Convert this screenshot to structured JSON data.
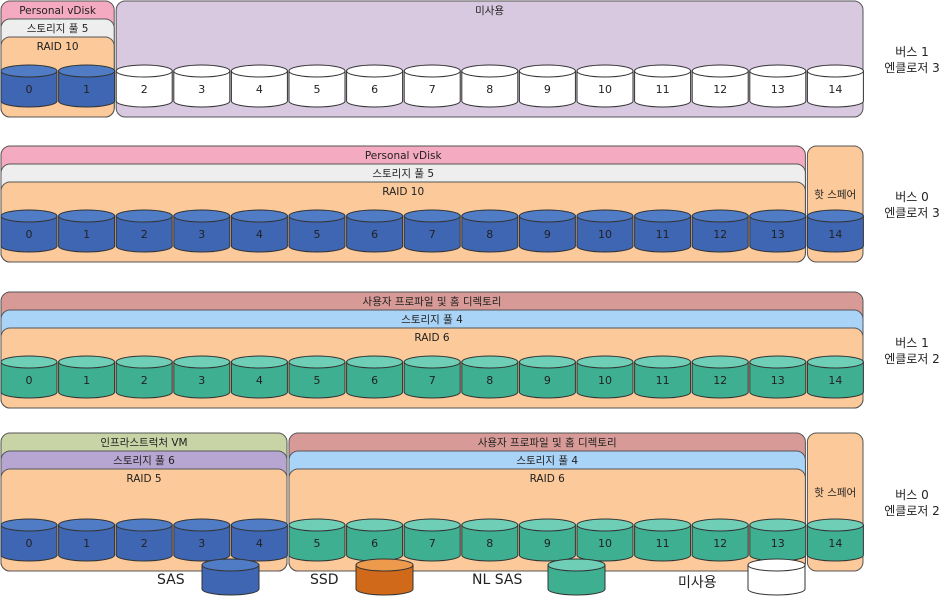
{
  "colors": {
    "sas_top": "#4f7cc5",
    "sas_body": "#3f66b3",
    "nlsas_top": "#6fcfb6",
    "nlsas_body": "#3faf91",
    "ssd_top": "#ee9a4d",
    "ssd_body": "#d06a1a",
    "unused_top": "#ffffff",
    "unused_body": "#ffffff",
    "unused_bg": "#d8c9e0",
    "pink": "#f4aac0",
    "light_gray": "#eeeeee",
    "orange_raid": "#fbc99a",
    "rose": "#d79a96",
    "light_blue": "#a9d3f7",
    "olive": "#c9d4a6",
    "lavender": "#b7a6d2"
  },
  "rows": [
    {
      "disk_numbers": [
        "0",
        "1",
        "2",
        "3",
        "4",
        "5",
        "6",
        "7",
        "8",
        "9",
        "10",
        "11",
        "12",
        "13",
        "14"
      ],
      "disk_types": [
        "sas",
        "sas",
        "unused",
        "unused",
        "unused",
        "unused",
        "unused",
        "unused",
        "unused",
        "unused",
        "unused",
        "unused",
        "unused",
        "unused",
        "unused"
      ],
      "groups": [
        {
          "name": "personal-vdisk-label",
          "text": "Personal vDisk",
          "color": "pink",
          "from": 0,
          "to": 1,
          "level": 0
        },
        {
          "name": "storage-pool-label",
          "text": "스토리지 풀 5",
          "color": "light_gray",
          "from": 0,
          "to": 1,
          "level": 1
        },
        {
          "name": "raid-label",
          "text": "RAID 10",
          "color": "orange_raid",
          "from": 0,
          "to": 1,
          "level": 2
        },
        {
          "name": "unused-label",
          "text": "미사용",
          "color": "unused_bg",
          "from": 2,
          "to": 14,
          "level": 0
        }
      ],
      "bus": "버스 1",
      "enclosure": "엔클로저 3"
    },
    {
      "disk_numbers": [
        "0",
        "1",
        "2",
        "3",
        "4",
        "5",
        "6",
        "7",
        "8",
        "9",
        "10",
        "11",
        "12",
        "13",
        "14"
      ],
      "disk_types": [
        "sas",
        "sas",
        "sas",
        "sas",
        "sas",
        "sas",
        "sas",
        "sas",
        "sas",
        "sas",
        "sas",
        "sas",
        "sas",
        "sas",
        "sas"
      ],
      "groups": [
        {
          "name": "personal-vdisk-label",
          "text": "Personal vDisk",
          "color": "pink",
          "from": 0,
          "to": 13,
          "level": 0
        },
        {
          "name": "storage-pool-label",
          "text": "스토리지 풀 5",
          "color": "light_gray",
          "from": 0,
          "to": 13,
          "level": 1
        },
        {
          "name": "raid-label",
          "text": "RAID 10",
          "color": "orange_raid",
          "from": 0,
          "to": 13,
          "level": 2
        },
        {
          "name": "hot-spare-label",
          "text": "핫 스페어",
          "color": "orange_raid",
          "from": 14,
          "to": 14,
          "level": 0
        }
      ],
      "bus": "버스 0",
      "enclosure": "엔클로저 3"
    },
    {
      "disk_numbers": [
        "0",
        "1",
        "2",
        "3",
        "4",
        "5",
        "6",
        "7",
        "8",
        "9",
        "10",
        "11",
        "12",
        "13",
        "14"
      ],
      "disk_types": [
        "nlsas",
        "nlsas",
        "nlsas",
        "nlsas",
        "nlsas",
        "nlsas",
        "nlsas",
        "nlsas",
        "nlsas",
        "nlsas",
        "nlsas",
        "nlsas",
        "nlsas",
        "nlsas",
        "nlsas"
      ],
      "groups": [
        {
          "name": "user-profile-label",
          "text": "사용자 프로파일 및 홈 디렉토리",
          "color": "rose",
          "from": 0,
          "to": 14,
          "level": 0
        },
        {
          "name": "storage-pool-label",
          "text": "스토리지 풀 4",
          "color": "light_blue",
          "from": 0,
          "to": 14,
          "level": 1
        },
        {
          "name": "raid-label",
          "text": "RAID 6",
          "color": "orange_raid",
          "from": 0,
          "to": 14,
          "level": 2
        }
      ],
      "bus": "버스 1",
      "enclosure": "엔클로저 2"
    },
    {
      "disk_numbers": [
        "0",
        "1",
        "2",
        "3",
        "4",
        "5",
        "6",
        "7",
        "8",
        "9",
        "10",
        "11",
        "12",
        "13",
        "14"
      ],
      "disk_types": [
        "sas",
        "sas",
        "sas",
        "sas",
        "sas",
        "nlsas",
        "nlsas",
        "nlsas",
        "nlsas",
        "nlsas",
        "nlsas",
        "nlsas",
        "nlsas",
        "nlsas",
        "nlsas"
      ],
      "groups": [
        {
          "name": "infrastructure-vm-label",
          "text": "인프라스트럭처 VM",
          "color": "olive",
          "from": 0,
          "to": 4,
          "level": 0
        },
        {
          "name": "storage-pool-label",
          "text": "스토리지 풀 6",
          "color": "lavender",
          "from": 0,
          "to": 4,
          "level": 1
        },
        {
          "name": "raid-label",
          "text": "RAID 5",
          "color": "orange_raid",
          "from": 0,
          "to": 4,
          "level": 2
        },
        {
          "name": "user-profile-label",
          "text": "사용자 프로파일 및 홈 디렉토리",
          "color": "rose",
          "from": 5,
          "to": 13,
          "level": 0
        },
        {
          "name": "storage-pool-label",
          "text": "스토리지 풀 4",
          "color": "light_blue",
          "from": 5,
          "to": 13,
          "level": 1
        },
        {
          "name": "raid-label",
          "text": "RAID 6",
          "color": "orange_raid",
          "from": 5,
          "to": 13,
          "level": 2
        },
        {
          "name": "hot-spare-label",
          "text": "핫 스페어",
          "color": "orange_raid",
          "from": 14,
          "to": 14,
          "level": 0
        }
      ],
      "bus": "버스 0",
      "enclosure": "엔클로저 2"
    }
  ],
  "legend": [
    {
      "label": "SAS",
      "type": "sas"
    },
    {
      "label": "SSD",
      "type": "ssd"
    },
    {
      "label": "NL SAS",
      "type": "nlsas"
    },
    {
      "label": "미사용",
      "type": "unused"
    }
  ]
}
